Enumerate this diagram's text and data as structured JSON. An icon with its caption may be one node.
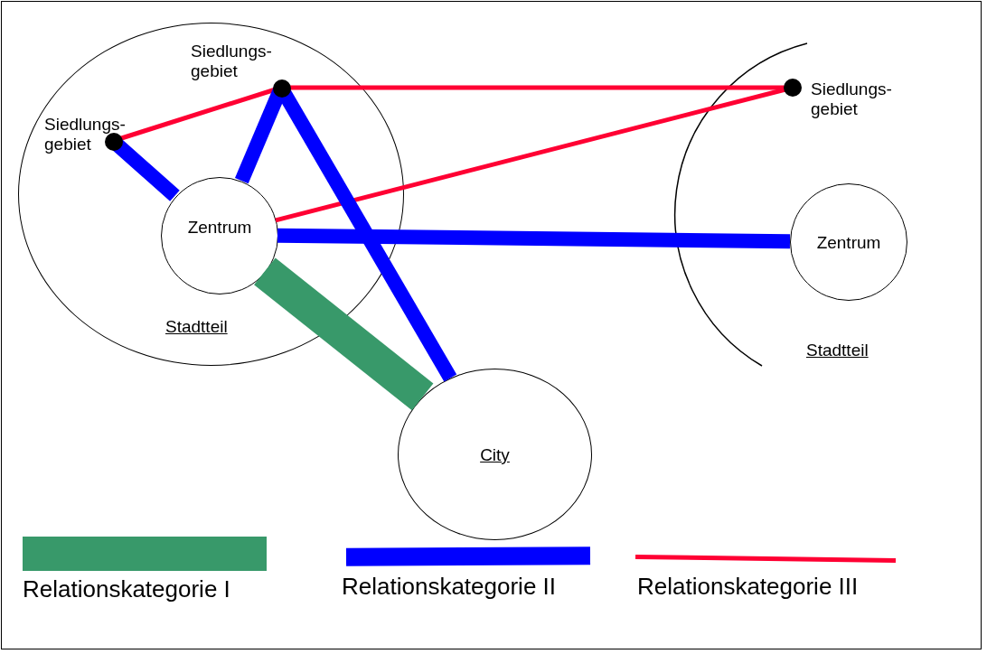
{
  "diagram": {
    "nodes": [
      {
        "text": [
          "Stadtteil"
        ]
      },
      {
        "text": [
          "Siedlungs- gebiet"
        ],
        "in": 0
      },
      {
        "text": [
          "Siedlungs- gebiet"
        ],
        "in": 0
      },
      {
        "text": [
          "Zentrum"
        ],
        "in": 0
      },
      {
        "text": [
          "Stadtteil"
        ]
      },
      {
        "text": [
          "Siedlungs- gebiet"
        ],
        "in": 4
      },
      {
        "text": [
          "Zentrum"
        ],
        "in": 4
      },
      {
        "text": [
          "City"
        ]
      }
    ],
    "edges": [
      {
        "from": 2,
        "to": 1,
        "arrow": "none",
        "color": "#ff0033"
      },
      {
        "from": 1,
        "to": 5,
        "arrow": "none",
        "color": "#ff0033"
      },
      {
        "from": 5,
        "to": 3,
        "arrow": "none",
        "color": "#ff0033"
      },
      {
        "from": 2,
        "to": 3,
        "arrow": "none"
      },
      {
        "from": 1,
        "to": 3,
        "arrow": "none"
      },
      {
        "from": 1,
        "to": 7,
        "arrow": "none"
      },
      {
        "from": 3,
        "to": 6,
        "arrow": "none"
      },
      {
        "from": 3,
        "to": 7,
        "arrow": "none",
        "style": "thick",
        "color": "#38996a"
      }
    ],
    "legend": [
      {
        "text": "Relationskategorie I",
        "color": "#38996a"
      },
      {
        "text": "Relationskategorie II",
        "color": "#0000ff"
      },
      {
        "text": "Relationskategorie III",
        "color": "#ff0033"
      }
    ]
  }
}
